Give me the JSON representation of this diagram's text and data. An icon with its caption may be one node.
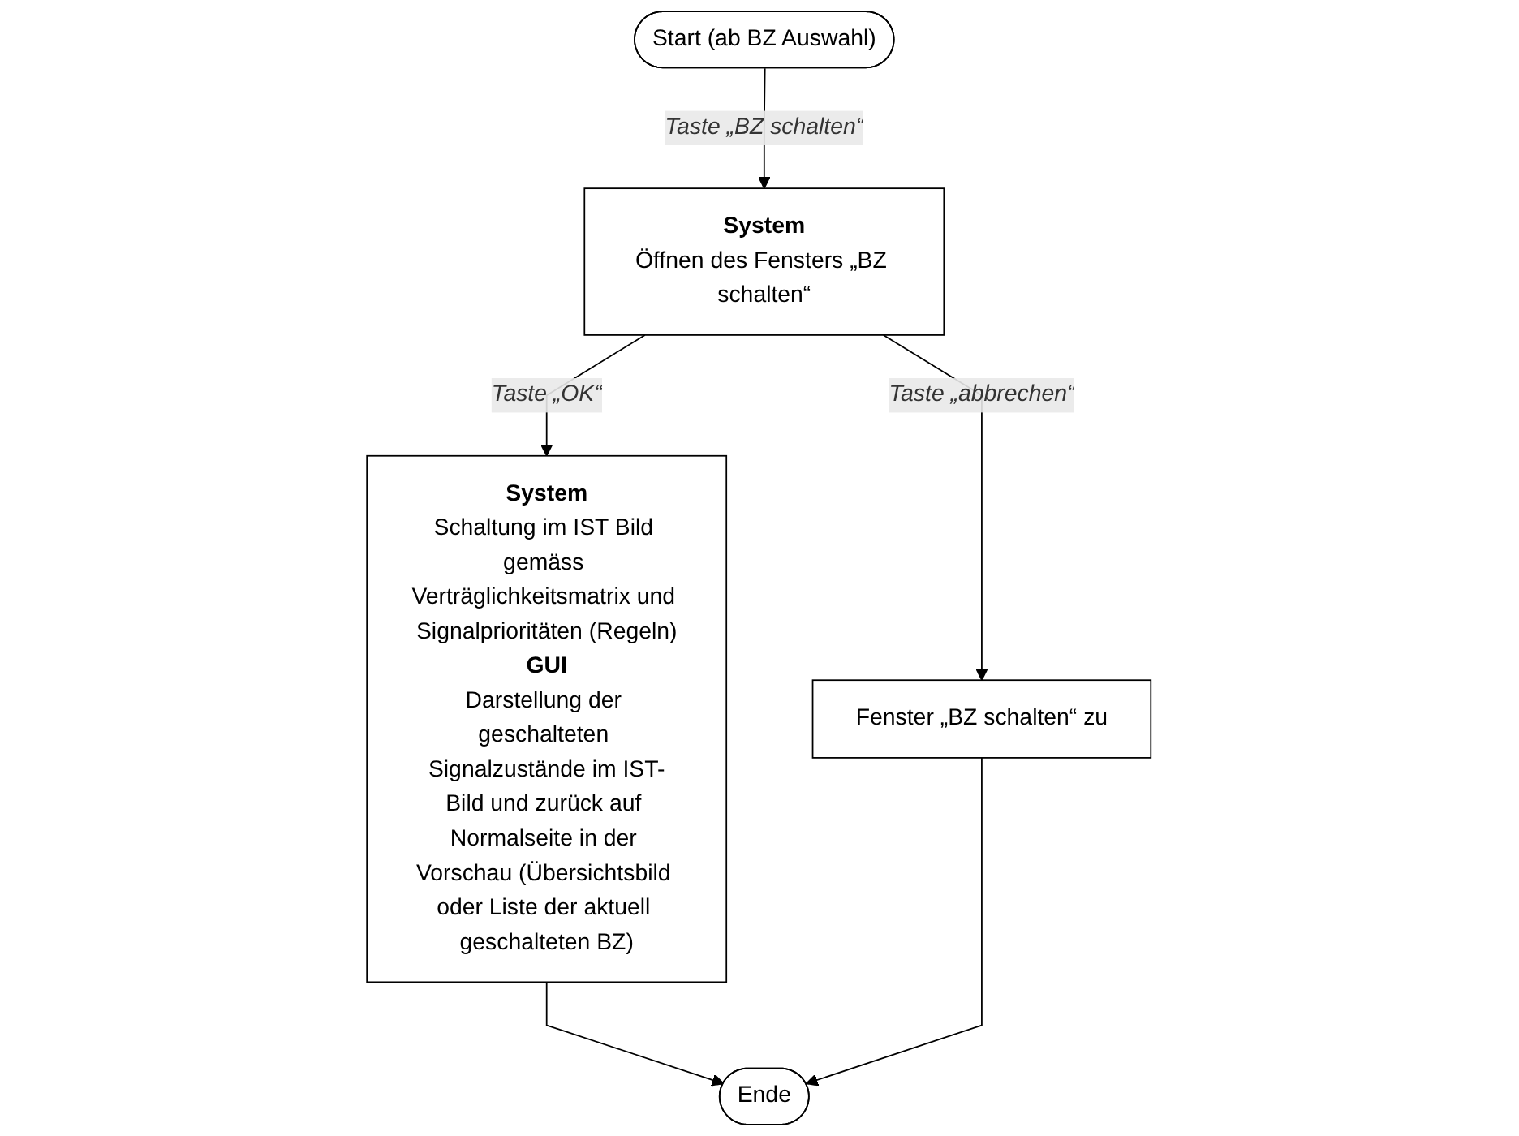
{
  "diagram": {
    "nodes": [
      {
        "text": [
          "Start (ab BZ Auswahl)"
        ]
      },
      {
        "text": [
          "System",
          "Öffnen des Fensters „BZ schalten“"
        ]
      },
      {
        "text": [
          "System",
          "Schaltung im IST Bild gemäss Verträglichkeitsmatrix und Signalprioritäten (Regeln)",
          "GUI",
          "Darstellung der geschalteten Signalzustände im IST-Bild und zurück auf Normalseite in der Vorschau (Übersichtsbild oder Liste der aktuell geschalteten BZ)"
        ]
      },
      {
        "text": [
          "Fenster „BZ schalten“ zu"
        ]
      },
      {
        "text": [
          "Ende"
        ]
      }
    ],
    "edges": [
      {
        "from": 0,
        "to": 1,
        "arrow": "to",
        "label": "Taste „BZ schalten“"
      },
      {
        "from": 1,
        "to": 2,
        "arrow": "to",
        "label": "Taste „OK“"
      },
      {
        "from": 1,
        "to": 3,
        "arrow": "to",
        "label": "Taste „abbrechen“"
      },
      {
        "from": 2,
        "to": 4,
        "arrow": "to"
      },
      {
        "from": 3,
        "to": 4,
        "arrow": "to"
      }
    ]
  }
}
